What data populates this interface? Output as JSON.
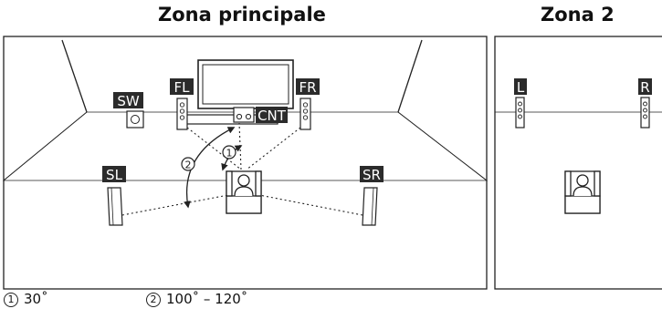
{
  "titles": {
    "main_zone": "Zona principale",
    "zone2": "Zona 2"
  },
  "speakers": {
    "sw": "SW",
    "fl": "FL",
    "fr": "FR",
    "cnt": "CNT",
    "sl": "SL",
    "sr": "SR",
    "z2_left": "L",
    "z2_right": "R"
  },
  "angles": {
    "a1_mark": "1",
    "a2_mark": "2"
  },
  "legend": [
    {
      "mark": "1",
      "text": "30˚"
    },
    {
      "mark": "2",
      "text": "100˚ – 120˚"
    }
  ],
  "colors": {
    "label_bg": "#2b2b2b",
    "line": "#222222",
    "background": "#ffffff"
  }
}
